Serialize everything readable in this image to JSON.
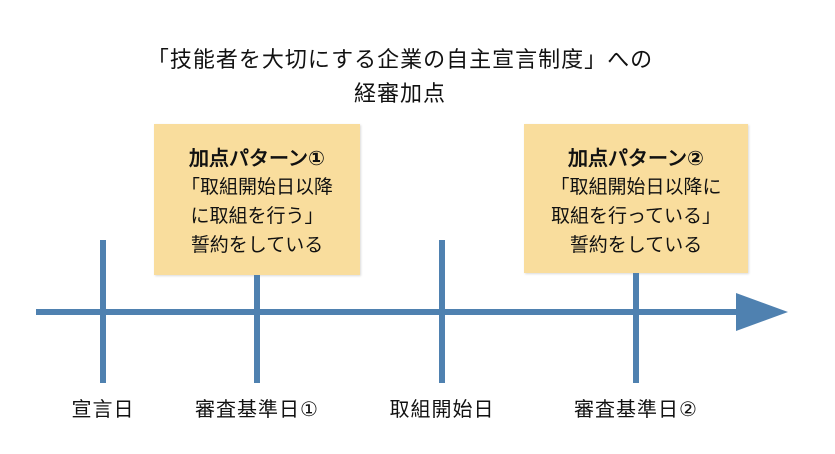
{
  "title": {
    "line1": "「技能者を大切にする企業の自主宣言制度」への",
    "line2": "経審加点"
  },
  "pattern1": {
    "heading": "加点パターン①",
    "line1": "「取組開始日以降",
    "line2": "に取組を行う」",
    "line3": "誓約をしている"
  },
  "pattern2": {
    "heading": "加点パターン②",
    "line1": "「取組開始日以降に",
    "line2": "取組を行っている」",
    "line3": "誓約をしている"
  },
  "timeline": {
    "labels": [
      "宣言日",
      "審査基準日①",
      "取組開始日",
      "審査基準日②"
    ]
  },
  "colors": {
    "axis": "#4f81b0",
    "box": "#f9dd9d"
  }
}
